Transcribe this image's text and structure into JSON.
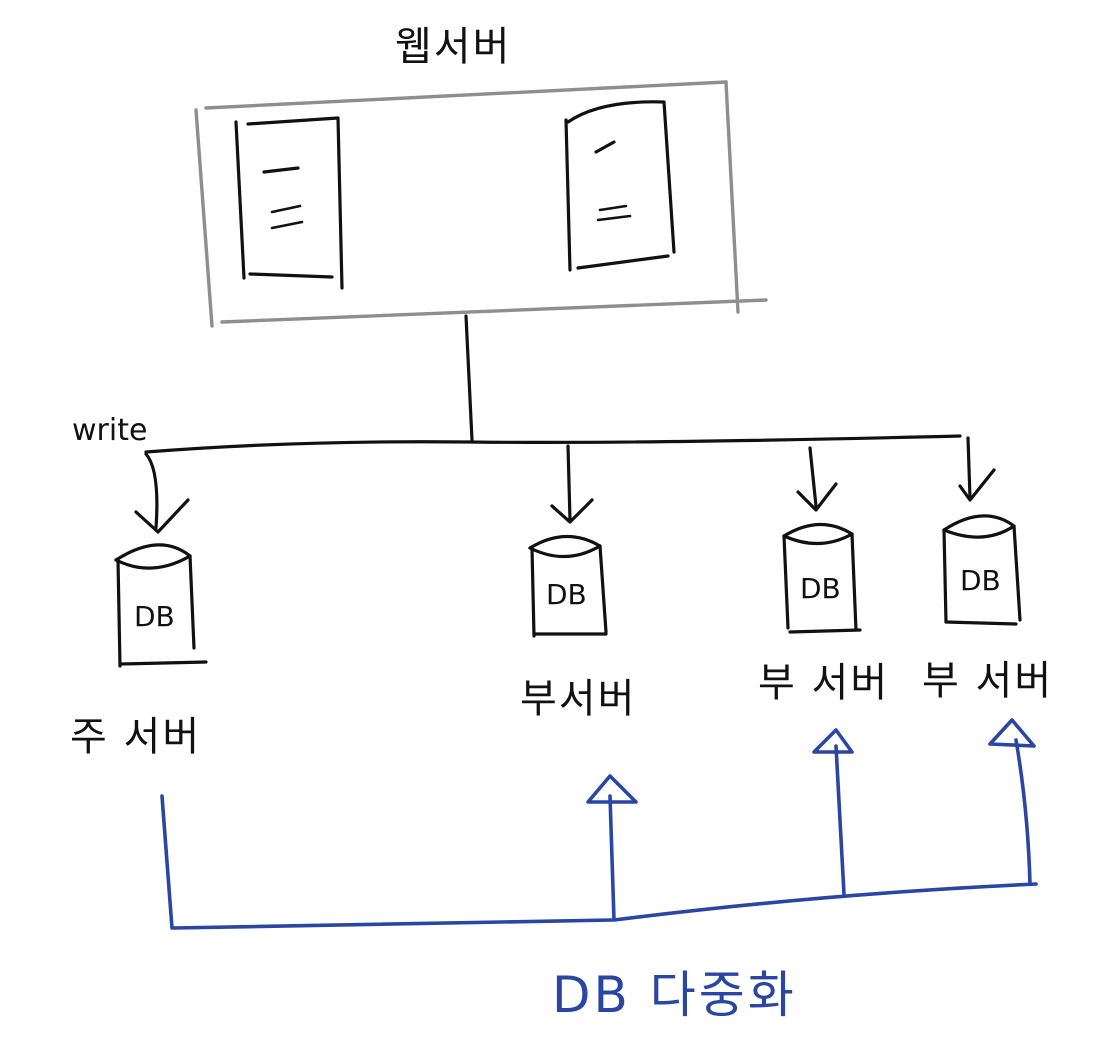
{
  "diagram": {
    "title": "웹서버",
    "write_label": "write",
    "primary_label": "주 서버",
    "replica_labels": [
      "부서버",
      "부 서버",
      "부 서버"
    ],
    "db_label": "DB",
    "replication_label": "DB 다중화"
  },
  "colors": {
    "ink": "#111111",
    "frame": "#8e8e8e",
    "replication": "#2a46a3"
  }
}
